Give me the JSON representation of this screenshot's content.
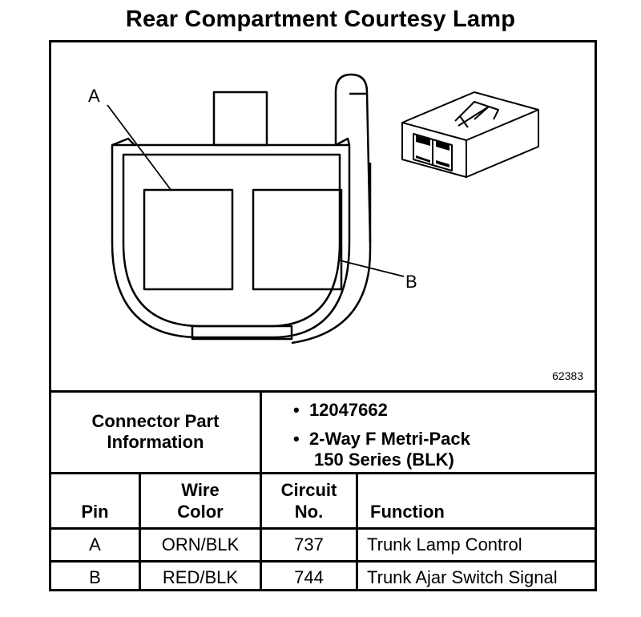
{
  "title": "Rear Compartment Courtesy Lamp",
  "diagram": {
    "label_a": "A",
    "label_b": "B",
    "figure_number": "62383"
  },
  "connector_info": {
    "label_line1": "Connector Part",
    "label_line2": "Information",
    "part_number": "12047662",
    "description_line1": "2-Way F Metri-Pack",
    "description_line2": "150 Series (BLK)"
  },
  "table": {
    "headers": {
      "pin": "Pin",
      "wire_line1": "Wire",
      "wire_line2": "Color",
      "circuit_line1": "Circuit",
      "circuit_line2": "No.",
      "function": "Function"
    },
    "rows": [
      {
        "pin": "A",
        "wire": "ORN/BLK",
        "circuit": "737",
        "function": "Trunk Lamp Control"
      },
      {
        "pin": "B",
        "wire": "RED/BLK",
        "circuit": "744",
        "function": "Trunk Ajar Switch Signal"
      }
    ]
  }
}
